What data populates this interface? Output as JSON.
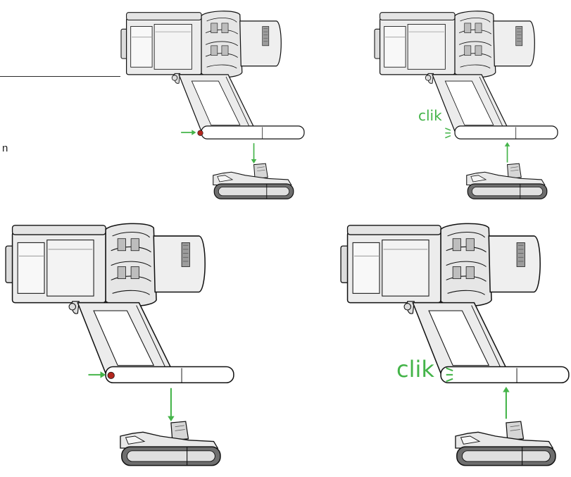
{
  "page": {
    "edge_fragment": "n"
  },
  "steps": [
    {
      "id": "step-1",
      "action": "remove",
      "label": ""
    },
    {
      "id": "step-2",
      "action": "insert",
      "label": "clik"
    },
    {
      "id": "step-3",
      "action": "remove",
      "label": ""
    },
    {
      "id": "step-4",
      "action": "insert",
      "label": "clik"
    }
  ],
  "colors": {
    "arrow_green": "#44b449",
    "release_button_red": "#b3261e",
    "outline": "#111111",
    "body_fill": "#ececec",
    "highlight_fill": "#ffffff",
    "shadow_fill": "#b8b8b8"
  },
  "icons": [
    "vacuum-icon",
    "battery-icon",
    "arrow-right-icon",
    "arrow-down-icon",
    "arrow-up-icon",
    "click-lines-icon",
    "release-button-icon"
  ]
}
